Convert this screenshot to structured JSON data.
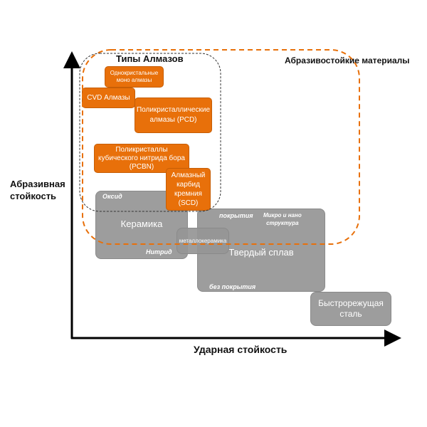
{
  "title_diamonds": "Типы Алмазов",
  "title_abrasive": "Абразивостойкие материалы",
  "y_axis_label": [
    "Абразивная",
    "стойкость"
  ],
  "x_axis_label": "Ударная стойкость",
  "colors": {
    "orange": "#E8700A",
    "gray": "#969696"
  },
  "diamonds": {
    "mono": [
      "Однокристальные",
      "моно алмазы"
    ],
    "cvd": "CVD Алмазы",
    "pcd": [
      "Поликристаллические",
      "алмазы (PCD)"
    ],
    "pcbn": [
      "Поликристаллы",
      "кубического нитрида бора",
      "(PCBN)"
    ],
    "scd": [
      "Алмазный",
      "карбид",
      "кремния",
      "(SCD)"
    ]
  },
  "materials": {
    "ceramics": "Керамика",
    "oxide": "Оксид",
    "nitride": "Нитрид",
    "cermet": "металлокерамика",
    "carbide": "Твердый сплав",
    "coated": "покрытия",
    "micro_nano": [
      "Микро и нано",
      "структура"
    ],
    "uncoated": "без покрытия",
    "hss": [
      "Быстрорежущая",
      "сталь"
    ]
  }
}
